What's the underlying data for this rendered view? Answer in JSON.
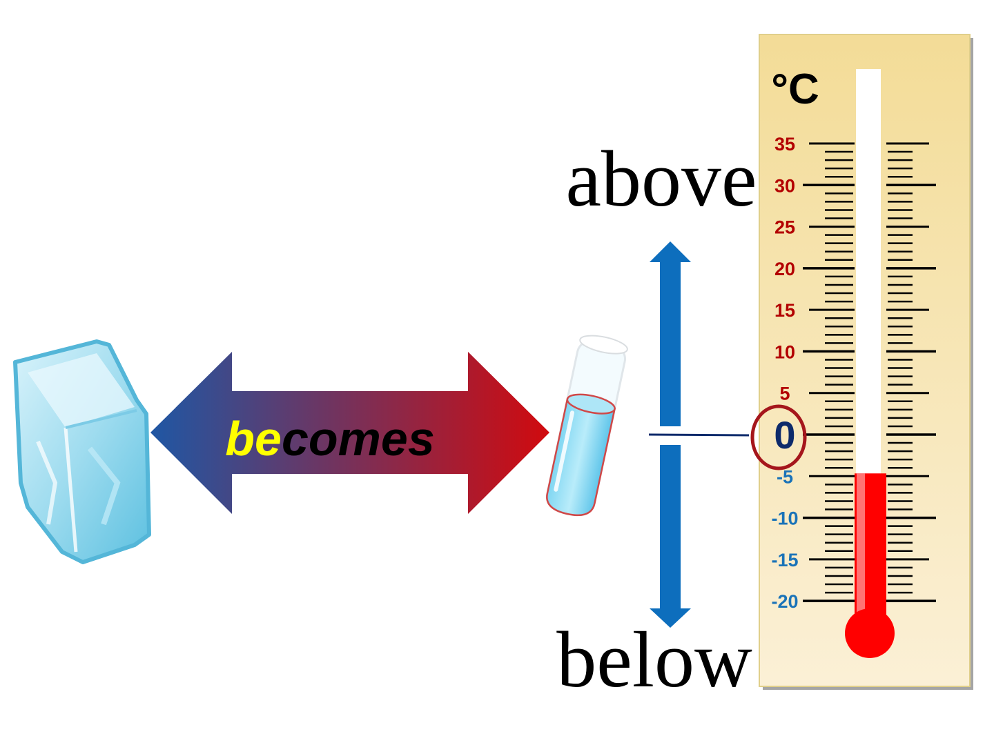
{
  "words": {
    "above": "above",
    "below": "below",
    "becomes_prefix": "be",
    "becomes_suffix": "comes"
  },
  "thermometer": {
    "unit": "°C",
    "scale_min": -20,
    "scale_max": 35,
    "mercury_level": -5,
    "positive_labels": [
      "35",
      "30",
      "25",
      "20",
      "15",
      "10",
      "5"
    ],
    "zero_label": "0",
    "negative_labels": [
      "-5",
      "-10",
      "-15",
      "-20"
    ],
    "positive_color": "#b30000",
    "negative_color": "#1a73b8",
    "zero_color": "#0d2a6b",
    "highlight_ring_color": "#a5161c",
    "mercury_color": "#ff0000"
  },
  "colors": {
    "double_arrow_left": "#1f57a4",
    "double_arrow_right": "#d10a0e",
    "vertical_arrow": "#0d6ebd",
    "be_text": "#ffff00",
    "comes_text": "#000000",
    "panel_top": "#f3dc97",
    "panel_bottom": "#fbf0d6"
  },
  "icons": [
    "ice-cube-icon",
    "water-beaker-icon"
  ]
}
